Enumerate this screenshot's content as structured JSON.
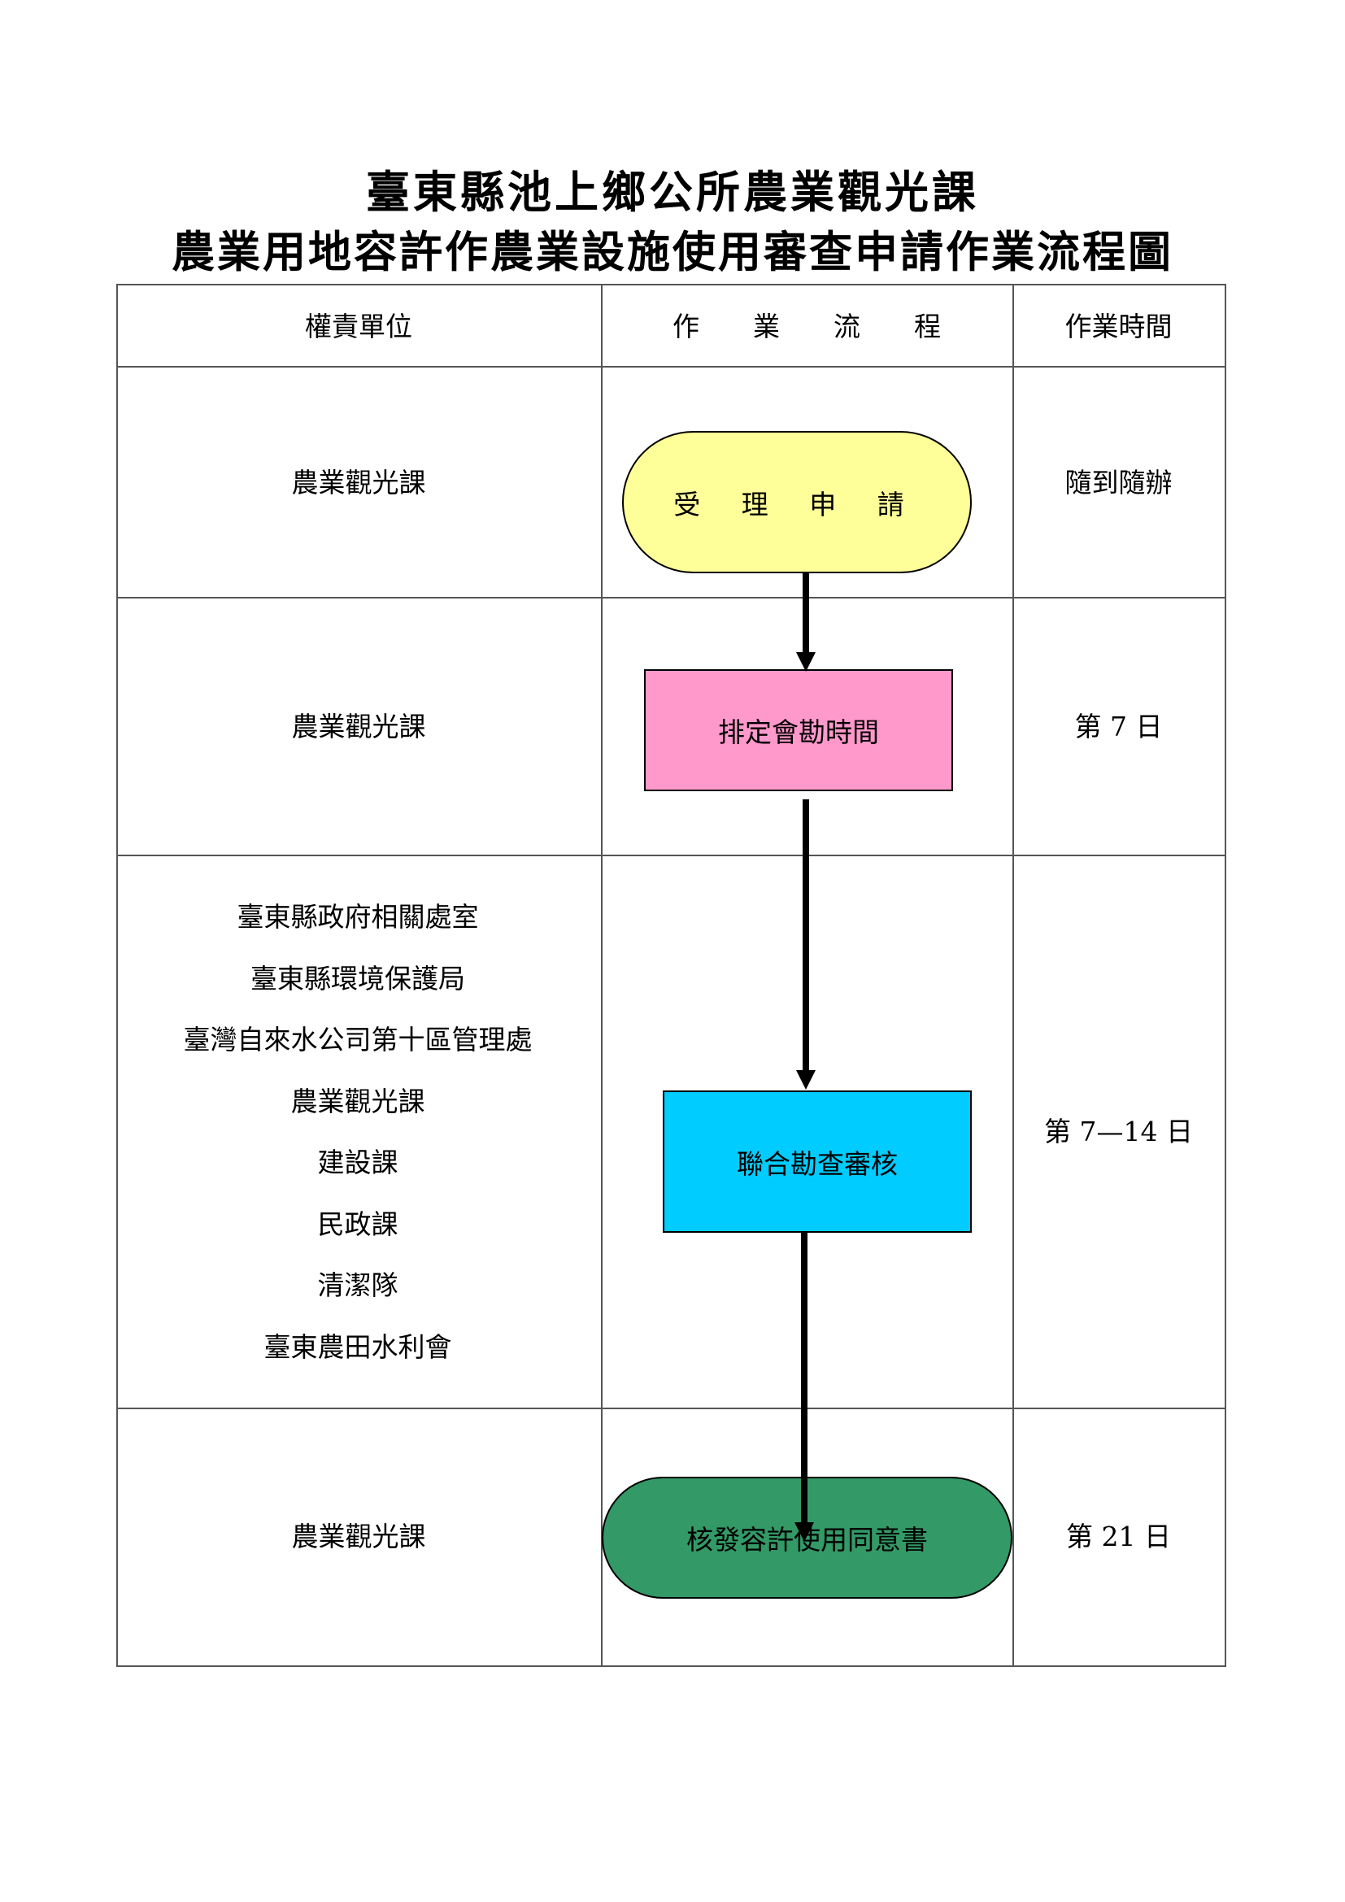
{
  "title": {
    "line1": "臺東縣池上鄉公所農業觀光課",
    "line2": "農業用地容許作農業設施使用審查申請作業流程圖"
  },
  "header": {
    "unit": "權責單位",
    "flow": "作　　業　　流　　程",
    "time": "作業時間"
  },
  "rows": [
    {
      "units": [
        "農業觀光課"
      ],
      "step": "受 理 申 請",
      "time": "隨到隨辦"
    },
    {
      "units": [
        "農業觀光課"
      ],
      "step": "排定會勘時間",
      "time": "第 7 日"
    },
    {
      "units": [
        "臺東縣政府相關處室",
        "臺東縣環境保護局",
        "臺灣自來水公司第十區管理處",
        "農業觀光課",
        "建設課",
        "民政課",
        "清潔隊",
        "臺東農田水利會"
      ],
      "step": "聯合勘查審核",
      "time": "第 7—14 日"
    },
    {
      "units": [
        "農業觀光課"
      ],
      "step": "核發容許使用同意書",
      "time": "第 21 日"
    }
  ],
  "colors": {
    "accept": "#ffff99",
    "schedule": "#ff99cc",
    "joint": "#00ccff",
    "issue": "#339966"
  }
}
